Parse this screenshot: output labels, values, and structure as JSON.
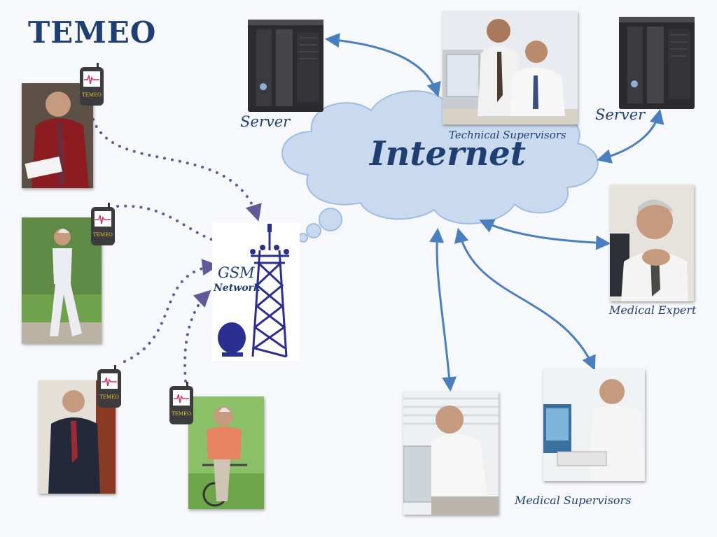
{
  "title": "TEMEO",
  "cloud_label": "Internet",
  "labels": {
    "server_left": "Server",
    "server_right": "Server",
    "technical_supervisors": "Technical Supervisors",
    "gsm": "GSM",
    "network": "Network",
    "medical_expert": "Medical Expert",
    "medical_supervisors": "Medical Supervisors"
  },
  "device_label": "TEMEO",
  "colors": {
    "title": "#1f3f73",
    "cloud_fill": "#c9daef",
    "cloud_stroke": "#9fbde2",
    "arrow": "#4a7fbf",
    "dots": "#5f5b9a",
    "tower": "#2b2f8f"
  },
  "icons": {
    "device": "monitor-device-icon",
    "server": "server-tower-icon",
    "tower": "gsm-tower-icon"
  }
}
